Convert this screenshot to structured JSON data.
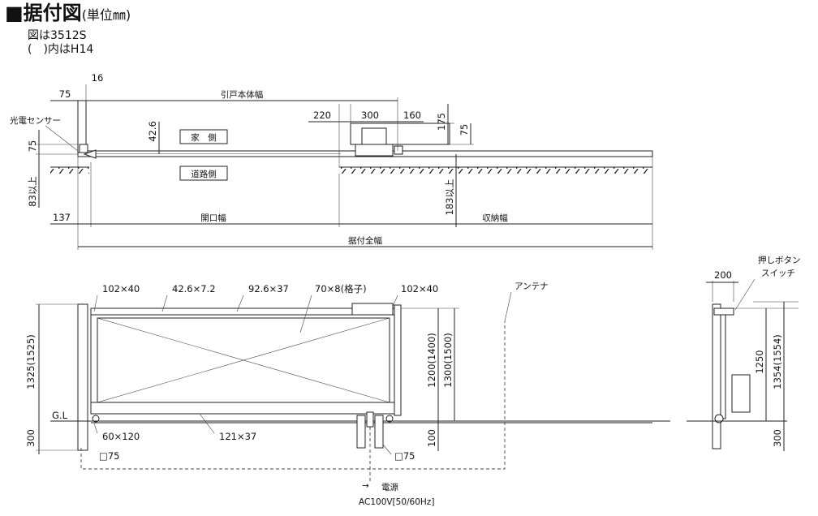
{
  "header": {
    "title": "■据付図",
    "unit": "(単位㎜)",
    "note1": "図は3512S",
    "note2": "(　)内はH14"
  },
  "plan": {
    "dims": {
      "d75": "75",
      "d16": "16",
      "body_width": "引戸本体幅",
      "d220": "220",
      "d300": "300",
      "d160": "160",
      "d175": "175",
      "d75b": "75",
      "d426": "42.6",
      "d75c": "75",
      "over83": "83以上",
      "over183": "183以上",
      "d137": "137",
      "opening": "開口幅",
      "storage": "収納幅",
      "total": "据付全幅"
    },
    "labels": {
      "sensor": "光電センサー",
      "house_side": "家　側",
      "road_side": "道路側"
    }
  },
  "elevation": {
    "dims": {
      "m102a": "102×40",
      "m426": "42.6×7.2",
      "m926": "92.6×37",
      "m70": "70×8(格子)",
      "m102b": "102×40",
      "antenna": "アンテナ",
      "h1325": "1325(1525)",
      "h1200": "1200(1400)",
      "h1300": "1300(1500)",
      "gl": "G.L",
      "d300": "300",
      "m60": "60×120",
      "m121": "121×37",
      "d100": "100",
      "sq75a": "□75",
      "sq75b": "□75",
      "power": "電源",
      "voltage": "AC100V[50/60Hz]"
    }
  },
  "side": {
    "dims": {
      "d200": "200",
      "switch1": "押しボタン",
      "switch2": "スイッチ",
      "h1250": "1250",
      "h1354": "1354(1554)",
      "d300": "300"
    }
  }
}
